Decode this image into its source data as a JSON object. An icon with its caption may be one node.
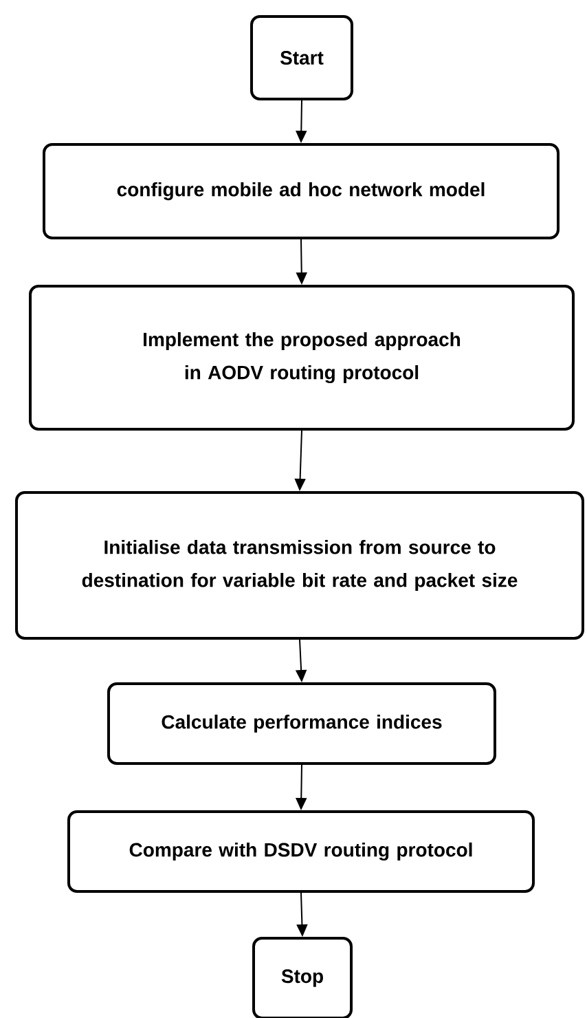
{
  "diagram": {
    "nodes": [
      {
        "text": [
          "Start"
        ]
      },
      {
        "text": [
          "configure mobile ad hoc network model"
        ]
      },
      {
        "text": [
          "Implement the proposed approach in AODV routing protocol"
        ]
      },
      {
        "text": [
          "Initialise data transmission from source to destination for variable bit rate and packet size"
        ]
      },
      {
        "text": [
          "Calculate performance indices"
        ]
      },
      {
        "text": [
          "Compare with DSDV routing protocol"
        ]
      },
      {
        "text": [
          "Stop"
        ]
      }
    ],
    "edges": [
      {
        "from": 0,
        "to": 1,
        "arrow": "to"
      },
      {
        "from": 1,
        "to": 2,
        "arrow": "to"
      },
      {
        "from": 2,
        "to": 3,
        "arrow": "to"
      },
      {
        "from": 3,
        "to": 4,
        "arrow": "to"
      },
      {
        "from": 4,
        "to": 5,
        "arrow": "to"
      },
      {
        "from": 5,
        "to": 6,
        "arrow": "to"
      }
    ]
  }
}
